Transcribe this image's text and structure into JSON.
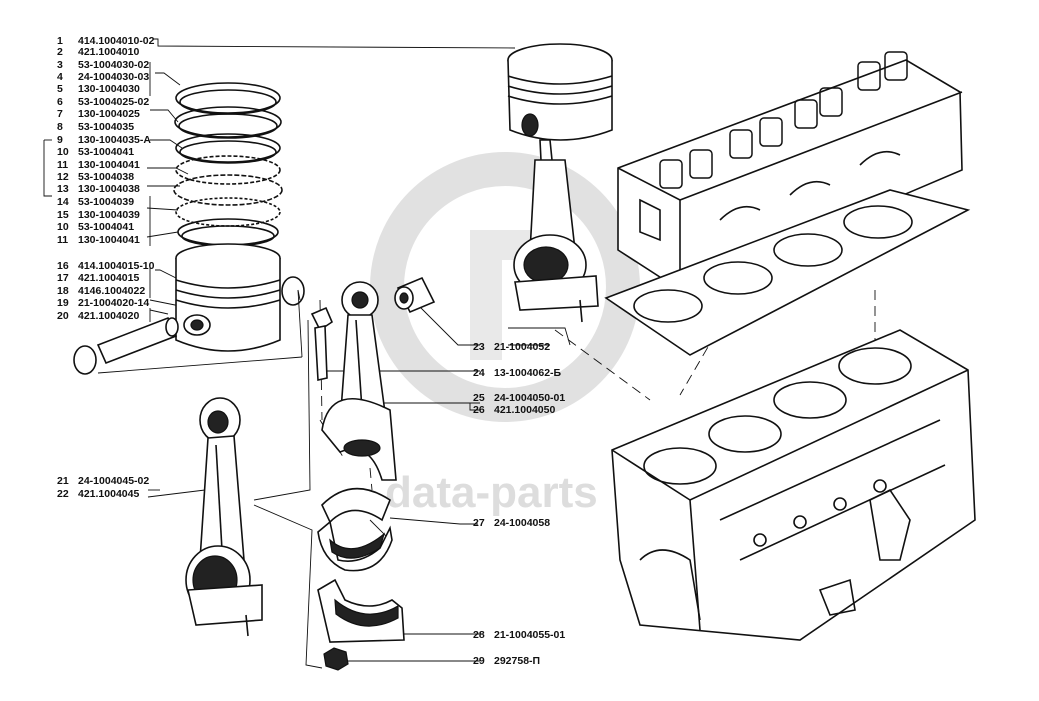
{
  "watermark": {
    "text": "data-parts"
  },
  "labels_left": [
    {
      "num": "1",
      "code": "414.1004010-02"
    },
    {
      "num": "2",
      "code": "421.1004010"
    },
    {
      "num": "3",
      "code": "53-1004030-02"
    },
    {
      "num": "4",
      "code": "24-1004030-03"
    },
    {
      "num": "5",
      "code": "130-1004030"
    },
    {
      "num": "6",
      "code": "53-1004025-02"
    },
    {
      "num": "7",
      "code": "130-1004025"
    },
    {
      "num": "8",
      "code": "53-1004035"
    },
    {
      "num": "9",
      "code": "130-1004035-А"
    },
    {
      "num": "10",
      "code": "53-1004041"
    },
    {
      "num": "11",
      "code": "130-1004041"
    },
    {
      "num": "12",
      "code": "53-1004038"
    },
    {
      "num": "13",
      "code": "130-1004038"
    },
    {
      "num": "14",
      "code": "53-1004039"
    },
    {
      "num": "15",
      "code": "130-1004039"
    },
    {
      "num": "10",
      "code": "53-1004041"
    },
    {
      "num": "11",
      "code": "130-1004041"
    },
    {
      "num": "16",
      "code": "414.1004015-10"
    },
    {
      "num": "17",
      "code": "421.1004015"
    },
    {
      "num": "18",
      "code": "4146.1004022"
    },
    {
      "num": "19",
      "code": "21-1004020-14"
    },
    {
      "num": "20",
      "code": "421.1004020"
    },
    {
      "num": "21",
      "code": "24-1004045-02"
    },
    {
      "num": "22",
      "code": "421.1004045"
    }
  ],
  "labels_right": [
    {
      "num": "23",
      "code": "21-1004052"
    },
    {
      "num": "24",
      "code": "13-1004062-Б"
    },
    {
      "num": "25",
      "code": "24-1004050-01"
    },
    {
      "num": "26",
      "code": "421.1004050"
    },
    {
      "num": "27",
      "code": "24-1004058"
    },
    {
      "num": "28",
      "code": "21-1004055-01"
    },
    {
      "num": "29",
      "code": "292758-П"
    }
  ]
}
